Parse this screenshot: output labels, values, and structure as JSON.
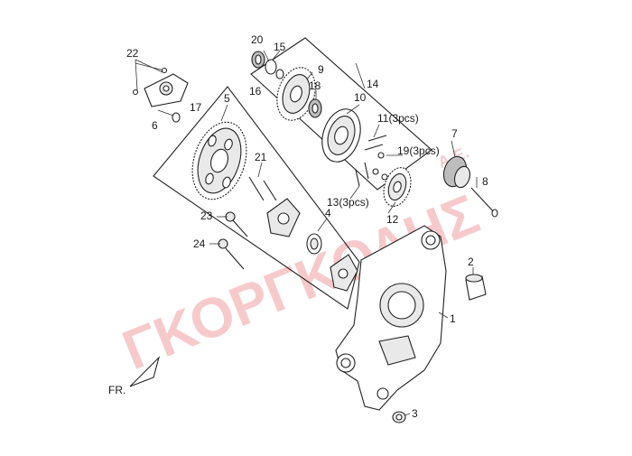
{
  "diagram": {
    "watermark": {
      "main": "ΓΚΟΡΓΚΟΛΗΣ",
      "suffix": "Α.Ε."
    },
    "direction_label": "FR.",
    "callouts": [
      {
        "id": "1",
        "label": "1"
      },
      {
        "id": "2",
        "label": "2"
      },
      {
        "id": "3",
        "label": "3"
      },
      {
        "id": "4",
        "label": "4"
      },
      {
        "id": "5",
        "label": "5"
      },
      {
        "id": "6",
        "label": "6"
      },
      {
        "id": "7",
        "label": "7"
      },
      {
        "id": "8",
        "label": "8"
      },
      {
        "id": "9",
        "label": "9"
      },
      {
        "id": "10",
        "label": "10"
      },
      {
        "id": "11",
        "label": "11(3pcs)"
      },
      {
        "id": "12",
        "label": "12"
      },
      {
        "id": "13",
        "label": "13(3pcs)"
      },
      {
        "id": "14",
        "label": "14"
      },
      {
        "id": "15",
        "label": "15"
      },
      {
        "id": "16",
        "label": "16"
      },
      {
        "id": "17",
        "label": "17"
      },
      {
        "id": "18",
        "label": "18"
      },
      {
        "id": "19",
        "label": "19(3pcs)"
      },
      {
        "id": "20",
        "label": "20"
      },
      {
        "id": "21",
        "label": "21"
      },
      {
        "id": "22",
        "label": "22"
      },
      {
        "id": "23",
        "label": "23"
      },
      {
        "id": "24",
        "label": "24"
      }
    ]
  }
}
